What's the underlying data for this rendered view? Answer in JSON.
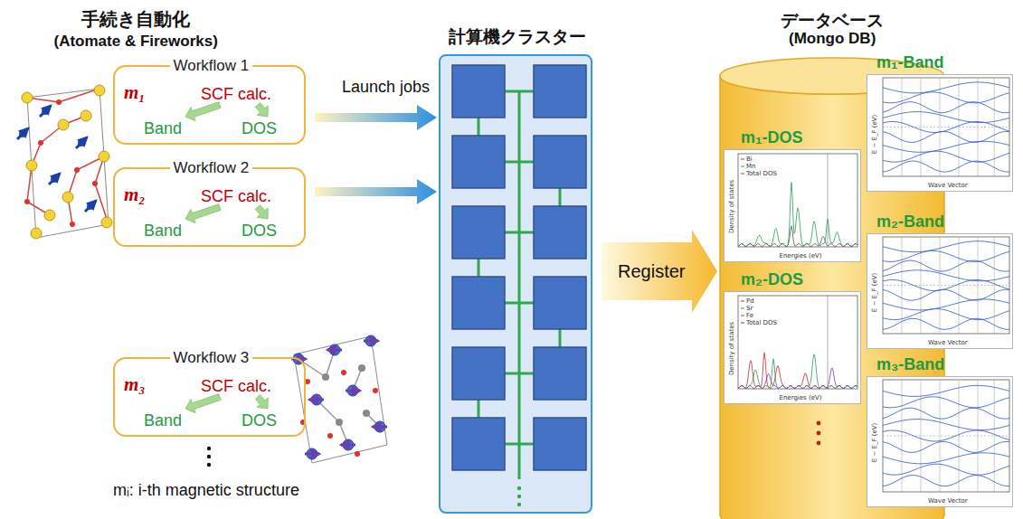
{
  "diagram": {
    "nodes": [
      {
        "text": [
          "Workflow 1",
          "m₁",
          "SCF calc.",
          "Band",
          "DOS"
        ]
      },
      {
        "text": [
          "Workflow 2",
          "m₂",
          "SCF calc.",
          "Band",
          "DOS"
        ]
      },
      {
        "text": [
          "Workflow 3",
          "m₃",
          "SCF calc.",
          "Band",
          "DOS"
        ]
      },
      {
        "text": [
          "計算機クラスター"
        ]
      },
      {
        "text": [
          "データベース",
          "(Mongo DB)"
        ]
      },
      {
        "text": [
          "m₁-Band",
          "E − E_F (eV)",
          "Wave Vector"
        ],
        "in": 4
      },
      {
        "text": [
          "m₁-DOS",
          "Density of states",
          "Energies (eV)",
          "Bi",
          "Mn",
          "Total DOS"
        ],
        "in": 4
      },
      {
        "text": [
          "m₂-Band",
          "E − E_F (eV)",
          "Wave Vector"
        ],
        "in": 4
      },
      {
        "text": [
          "m₂-DOS",
          "Density of states",
          "Energies (eV)",
          "Pd",
          "Sr",
          "Fe",
          "Total DOS"
        ],
        "in": 4
      },
      {
        "text": [
          "m₃-Band",
          "E − E_F (eV)",
          "Wave Vector"
        ],
        "in": 4
      }
    ],
    "edges": [
      {
        "from": 0,
        "to": 3,
        "label": "Launch jobs",
        "arrow": "to"
      },
      {
        "from": 1,
        "to": 3,
        "arrow": "to"
      },
      {
        "from": 3,
        "to": 4,
        "label": "Register",
        "arrow": "to"
      }
    ],
    "labels": [
      "手続き自動化",
      "(Atomate & Fireworks)",
      "mᵢ: i-th magnetic structure"
    ]
  }
}
